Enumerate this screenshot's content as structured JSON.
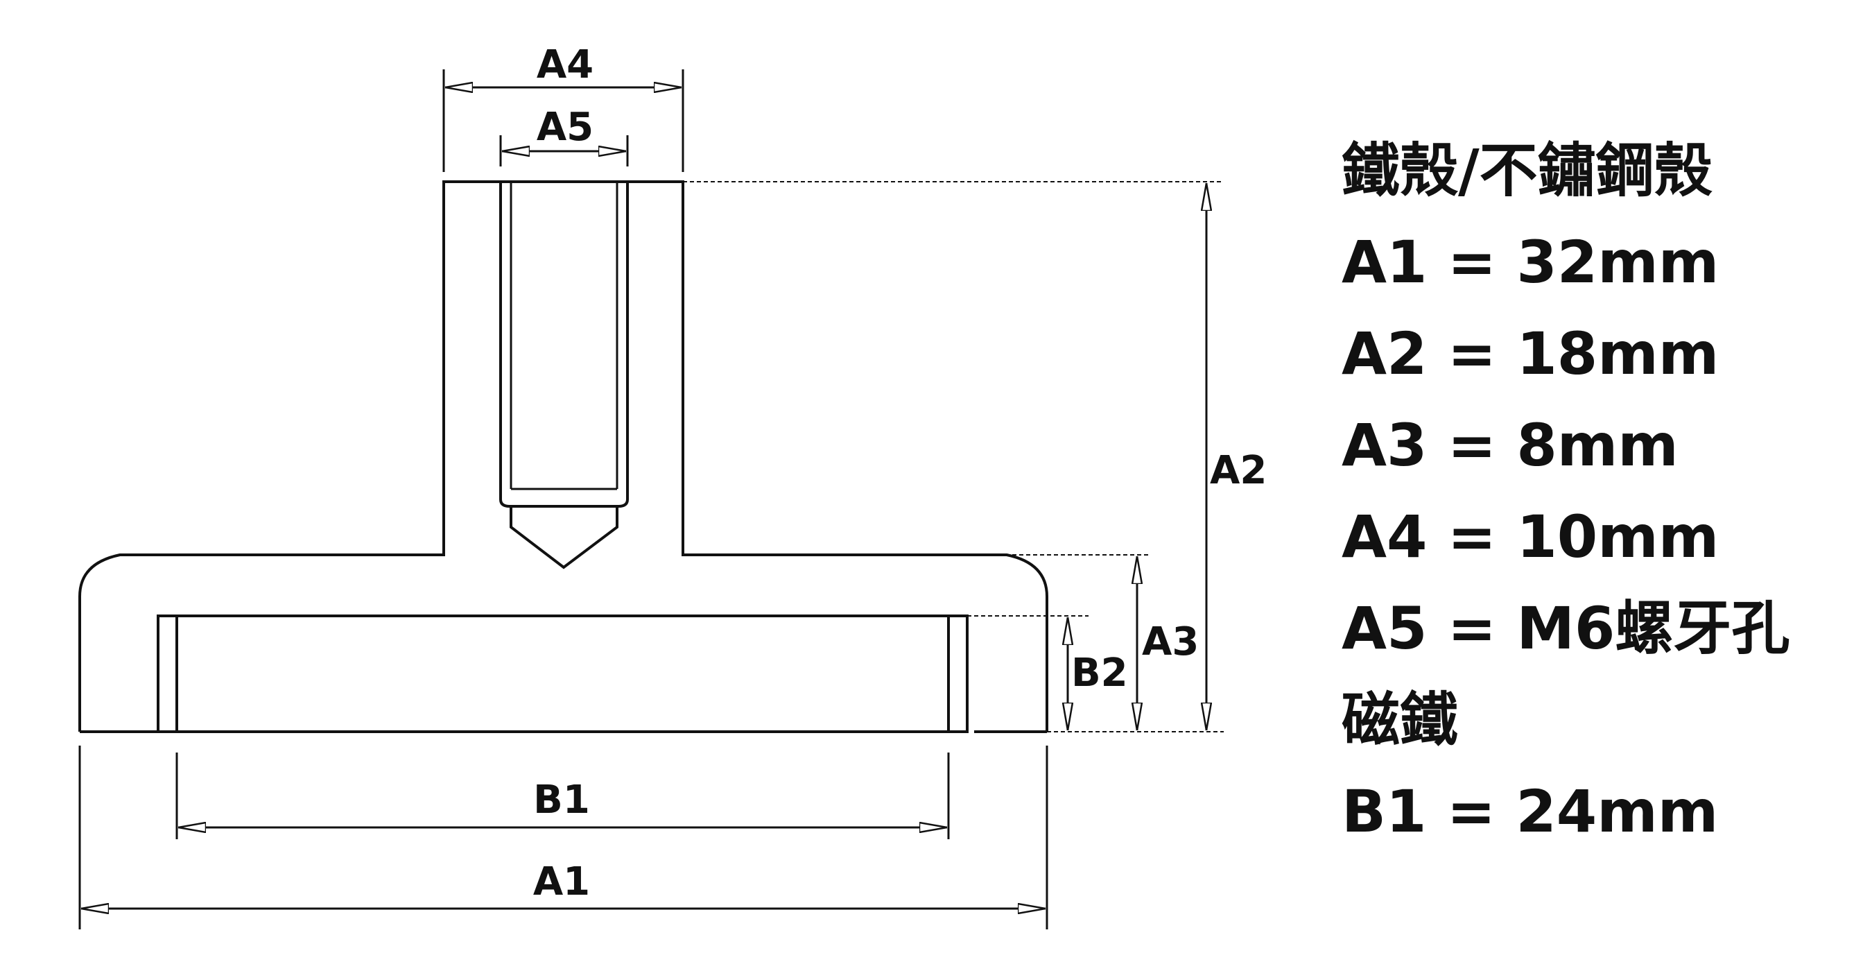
{
  "diagram": {
    "labels": {
      "a1": "A1",
      "a2": "A2",
      "a3": "A3",
      "a4": "A4",
      "a5": "A5",
      "b1": "B1",
      "b2": "B2"
    }
  },
  "specs": {
    "shell_heading": "鐵殼/不鏽鋼殼",
    "shell_items": [
      "A1 = 32mm",
      "A2 = 18mm",
      "A3 = 8mm",
      "A4 = 10mm",
      "A5 = M6螺牙孔"
    ],
    "magnet_heading": "磁鐵",
    "magnet_items": [
      "B1 = 24mm"
    ]
  },
  "colors": {
    "line": "#111111",
    "background": "#ffffff"
  }
}
